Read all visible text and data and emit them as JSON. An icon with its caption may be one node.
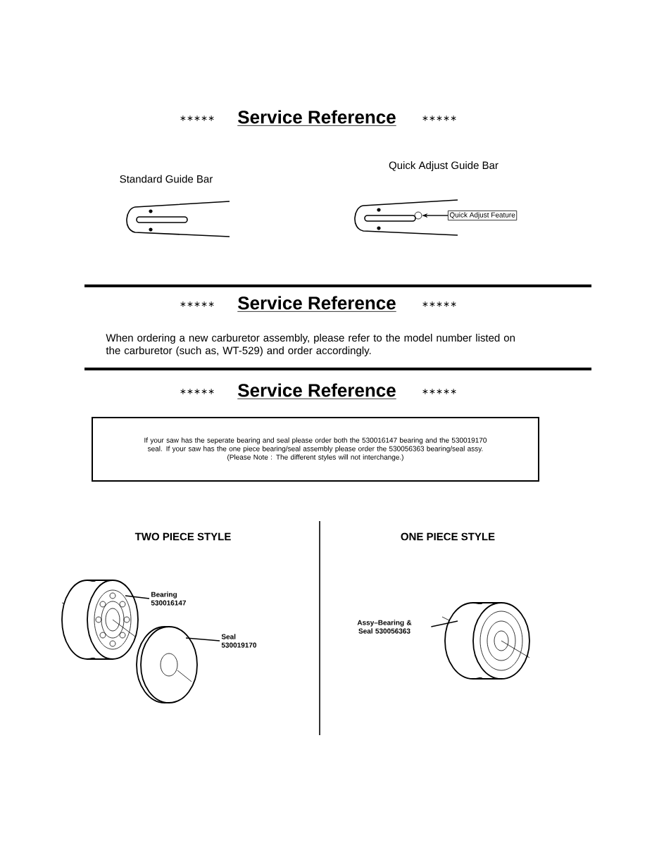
{
  "diagram": {
    "nodes": [
      {
        "text": [],
        "shape": "circle"
      },
      {
        "text": [
          "Quick Adjust Feature"
        ]
      },
      {
        "text": [
          "If your saw has the seperate bearing and seal please order both the 530016147 bearing and the 530019170 seal. If your saw has the one piece bearing/seal assembly please order the 530056363 bearing/seal assy.",
          "(Please Note : The different styles will not interchange.)"
        ]
      },
      {
        "text": [
          "Bearing 530016147"
        ]
      },
      {
        "text": [],
        "shape": "picture"
      },
      {
        "text": [
          "Seal 530019170"
        ]
      },
      {
        "text": [],
        "shape": "picture"
      },
      {
        "text": [
          "Assy–Bearing & Seal 530056363"
        ]
      },
      {
        "text": [],
        "shape": "picture"
      }
    ],
    "edges": [
      {
        "from": 1,
        "to": 0,
        "arrow": "to"
      },
      {
        "from": 3,
        "to": 4,
        "arrow": "none"
      },
      {
        "from": 5,
        "to": 6,
        "arrow": "none"
      },
      {
        "from": 7,
        "to": 8,
        "arrow": "none"
      }
    ],
    "labels": [
      "∗∗∗∗∗",
      "Service Reference",
      "∗∗∗∗∗",
      "Standard Guide Bar",
      "Quick Adjust Guide Bar",
      "∗∗∗∗∗",
      "Service Reference",
      "∗∗∗∗∗",
      "When ordering a new carburetor assembly, please refer to the model number listed on the carburetor (such as, WT-529) and order accordingly.",
      "∗∗∗∗∗",
      "Service Reference",
      "∗∗∗∗∗",
      "TWO PIECE STYLE",
      "ONE PIECE STYLE"
    ]
  }
}
